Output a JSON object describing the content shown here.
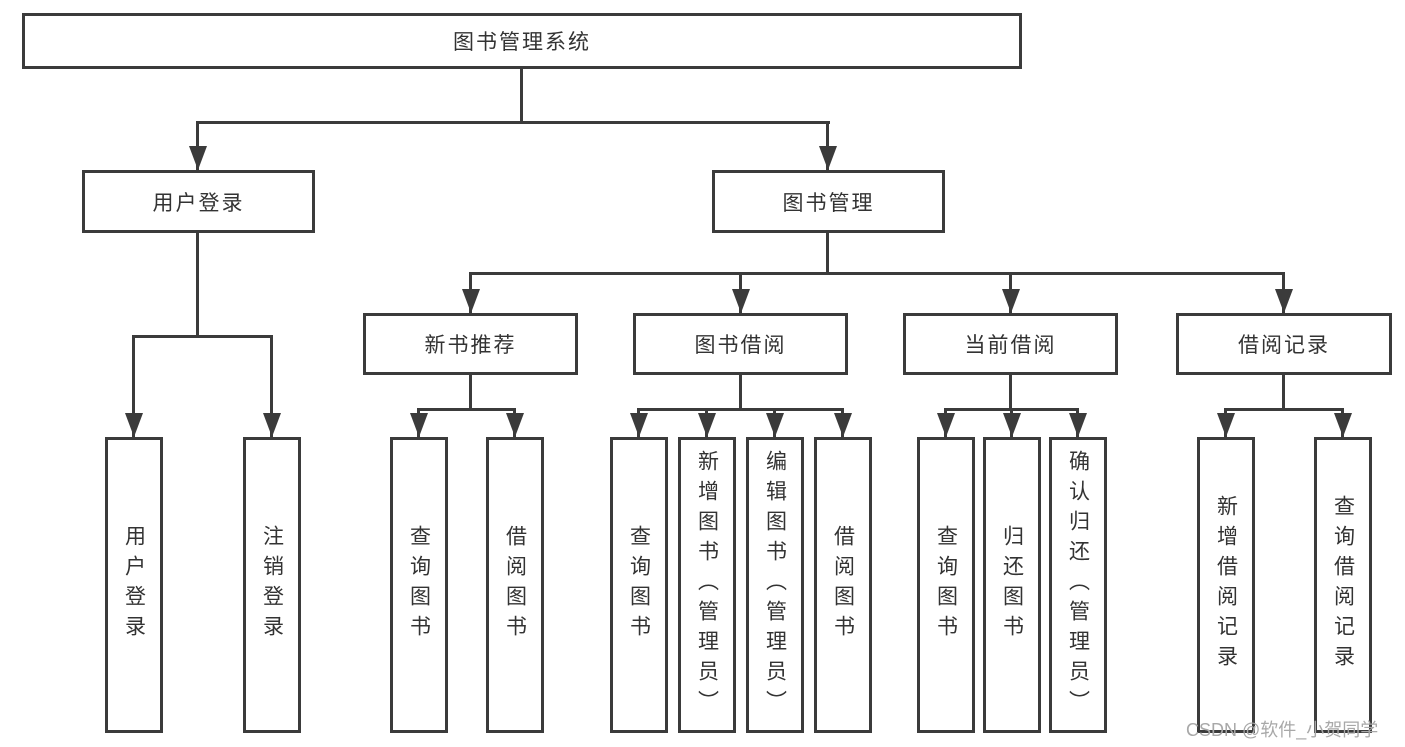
{
  "diagram": {
    "root": {
      "label": "图书管理系统"
    },
    "level2": [
      {
        "id": "user-login",
        "label": "用户登录"
      },
      {
        "id": "book-management",
        "label": "图书管理"
      }
    ],
    "level3": [
      {
        "id": "new-book-recommend",
        "label": "新书推荐"
      },
      {
        "id": "book-borrow",
        "label": "图书借阅"
      },
      {
        "id": "current-borrow",
        "label": "当前借阅"
      },
      {
        "id": "borrow-records",
        "label": "借阅记录"
      }
    ],
    "leaves": {
      "user_login": {
        "label": "用户登录"
      },
      "logout": {
        "label": "注销登录"
      },
      "query_book_1": {
        "label": "查询图书"
      },
      "borrow_book_1": {
        "label": "借阅图书"
      },
      "query_book_2": {
        "label": "查询图书"
      },
      "add_book": {
        "label": "新增图书（管理员）"
      },
      "edit_book": {
        "label": "编辑图书（管理员）"
      },
      "borrow_book_2": {
        "label": "借阅图书"
      },
      "query_book_3": {
        "label": "查询图书"
      },
      "return_book": {
        "label": "归还图书"
      },
      "confirm_return": {
        "label": "确认归还（管理员）"
      },
      "add_borrow_record": {
        "label": "新增借阅记录"
      },
      "query_borrow_record": {
        "label": "查询借阅记录"
      }
    }
  },
  "watermark": {
    "text": "CSDN @软件_小贺同学"
  },
  "colors": {
    "line": "#3b3b3b",
    "text": "#333333",
    "box_background": "#ffffff",
    "watermark": "#a8a8a8",
    "background": "#ffffff"
  }
}
